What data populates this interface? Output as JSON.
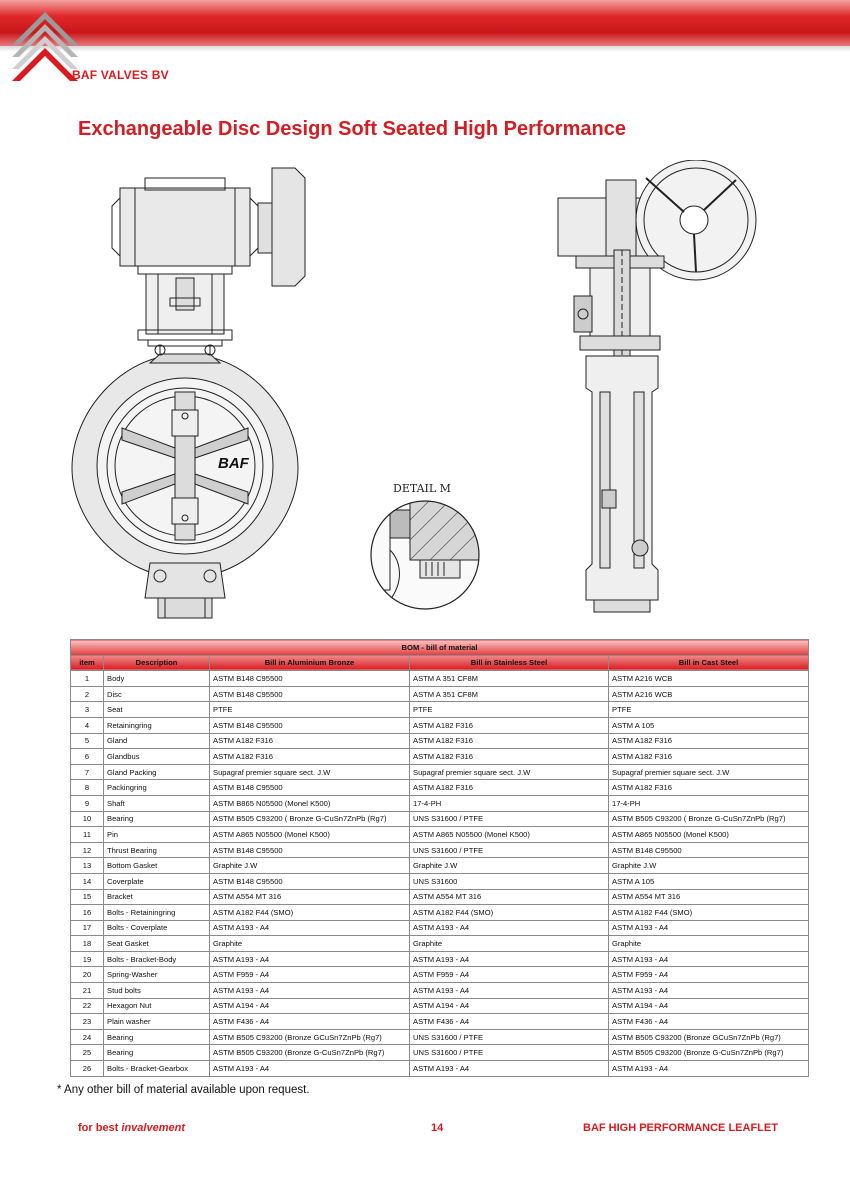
{
  "header": {
    "brand": "BAF VALVES BV",
    "title": "Exchangeable Disc Design Soft Seated High Performance"
  },
  "drawings": {
    "front_label": "BAF",
    "detail_label": "DETAIL M"
  },
  "bom": {
    "title": "BOM - bill of material",
    "columns": [
      "item",
      "Description",
      "Bill in Aluminium Bronze",
      "Bill in Stainless Steel",
      "Bill in Cast Steel"
    ],
    "rows": [
      [
        "1",
        "Body",
        "ASTM B148 C95500",
        "ASTM A 351 CF8M",
        "ASTM A216 WCB"
      ],
      [
        "2",
        "Disc",
        "ASTM B148 C95500",
        "ASTM A 351 CF8M",
        "ASTM A216 WCB"
      ],
      [
        "3",
        "Seat",
        "PTFE",
        "PTFE",
        "PTFE"
      ],
      [
        "4",
        "Retainingring",
        "ASTM B148 C95500",
        "ASTM A182 F316",
        "ASTM A 105"
      ],
      [
        "5",
        "Gland",
        "ASTM A182 F316",
        "ASTM A182 F316",
        "ASTM A182 F316"
      ],
      [
        "6",
        "Glandbus",
        "ASTM A182 F316",
        "ASTM A182 F316",
        "ASTM A182 F316"
      ],
      [
        "7",
        "Gland Packing",
        "Supagraf premier square sect. J.W",
        "Supagraf premier square sect. J.W",
        "Supagraf premier square sect. J.W"
      ],
      [
        "8",
        "Packingring",
        "ASTM B148 C95500",
        "ASTM A182 F316",
        "ASTM A182 F316"
      ],
      [
        "9",
        "Shaft",
        "ASTM B865 N05500 (Monel K500)",
        "17-4-PH",
        "17-4-PH"
      ],
      [
        "10",
        "Bearing",
        "ASTM B505 C93200 ( Bronze G-CuSn7ZnPb (Rg7)",
        "UNS S31600 / PTFE",
        "ASTM B505 C93200 ( Bronze G-CuSn7ZnPb (Rg7)"
      ],
      [
        "11",
        "Pin",
        "ASTM A865 N05500 (Monel K500)",
        "ASTM A865 N05500 (Monel K500)",
        "ASTM A865 N05500 (Monel K500)"
      ],
      [
        "12",
        "Thrust Bearing",
        "ASTM B148 C95500",
        "UNS S31600 / PTFE",
        "ASTM B148 C95500"
      ],
      [
        "13",
        "Bottom Gasket",
        "Graphite J.W",
        "Graphite J.W",
        "Graphite J.W"
      ],
      [
        "14",
        "Coverplate",
        "ASTM B148 C95500",
        "UNS S31600",
        "ASTM A 105"
      ],
      [
        "15",
        "Bracket",
        "ASTM A554 MT 316",
        "ASTM A554 MT 316",
        "ASTM A554 MT 316"
      ],
      [
        "16",
        "Bolts - Retainingring",
        "ASTM A182 F44 (SMO)",
        "ASTM A182 F44 (SMO)",
        "ASTM A182 F44 (SMO)"
      ],
      [
        "17",
        "Bolts - Coverplate",
        "ASTM A193 - A4",
        "ASTM A193 - A4",
        "ASTM A193 - A4"
      ],
      [
        "18",
        "Seat Gasket",
        "Graphite",
        "Graphite",
        "Graphite"
      ],
      [
        "19",
        "Bolts - Bracket-Body",
        "ASTM A193 - A4",
        "ASTM A193 - A4",
        "ASTM A193 - A4"
      ],
      [
        "20",
        "Spring-Washer",
        "ASTM F959 - A4",
        "ASTM F959 - A4",
        "ASTM F959 - A4"
      ],
      [
        "21",
        "Stud bolts",
        "ASTM A193 - A4",
        "ASTM A193 - A4",
        "ASTM A193 - A4"
      ],
      [
        "22",
        "Hexagon Nut",
        "ASTM A194 - A4",
        "ASTM A194 - A4",
        "ASTM A194 - A4"
      ],
      [
        "23",
        "Plain washer",
        "ASTM F436 - A4",
        "ASTM F436 - A4",
        "ASTM F436 - A4"
      ],
      [
        "24",
        "Bearing",
        "ASTM B505 C93200  (Bronze GCuSn7ZnPb (Rg7)",
        "UNS S31600 / PTFE",
        "ASTM B505 C93200  (Bronze GCuSn7ZnPb (Rg7)"
      ],
      [
        "25",
        "Bearing",
        "ASTM B505 C93200  (Bronze G-CuSn7ZnPb (Rg7)",
        "UNS S31600 / PTFE",
        "ASTM B505 C93200  (Bronze G-CuSn7ZnPb (Rg7)"
      ],
      [
        "26",
        "Bolts - Bracket-Gearbox",
        "ASTM A193 - A4",
        "ASTM A193 - A4",
        "ASTM A193 - A4"
      ]
    ]
  },
  "note": "* Any other bill of material available upon request.",
  "footer": {
    "left_prefix": "for best ",
    "left_emphasis": "invalvement",
    "page": "14",
    "right": "BAF HIGH PERFORMANCE LEAFLET"
  },
  "colors": {
    "brand_red": "#d91a1f",
    "table_header_red": "#d81f24"
  }
}
